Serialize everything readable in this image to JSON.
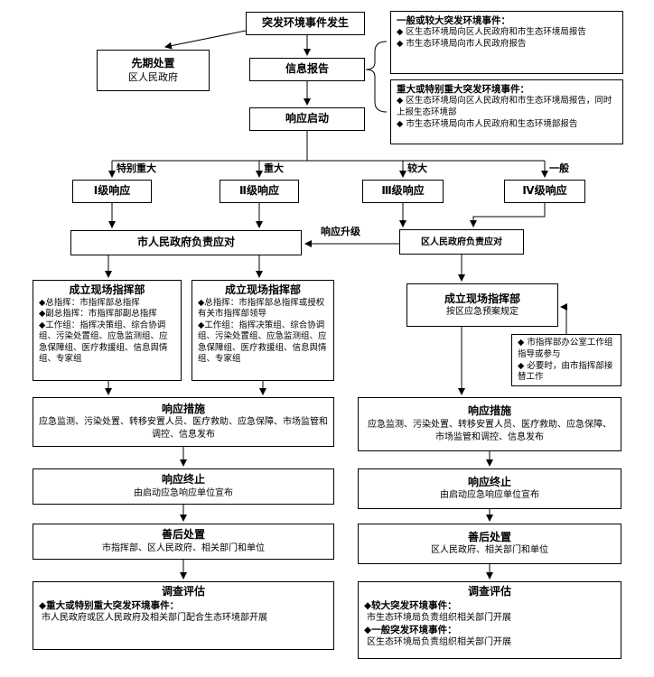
{
  "flow": {
    "start": {
      "title": "突发环境事件发生"
    },
    "initial": {
      "title": "先期处置",
      "subtitle": "区人民政府"
    },
    "report": {
      "title": "信息报告"
    },
    "note_general": {
      "title": "一般或较大突发环境事件：",
      "item1": "◆ 区生态环境局向区人民政府和市生态环境局报告",
      "item2": "◆ 市生态环境局向市人民政府报告"
    },
    "note_major": {
      "title": "重大或特别重大突发环境事件：",
      "item1": "◆ 区生态环境局向区人民政府和市生态环境局报告，同时上报生态环境部",
      "item2": "◆ 市生态环境局向市人民政府和生态环境部报告"
    },
    "launch": {
      "title": "响应启动"
    },
    "branches": {
      "b1": "特别重大",
      "b2": "重大",
      "b3": "较大",
      "b4": "一般"
    },
    "levels": {
      "l1": "Ⅰ级响应",
      "l2": "Ⅱ级响应",
      "l3": "Ⅲ级响应",
      "l4": "Ⅳ级响应"
    },
    "city": {
      "title": "市人民政府负责应对"
    },
    "district": {
      "title": "区人民政府负责应对"
    },
    "upgrade_label": "响应升级",
    "hq1": {
      "title": "成立现场指挥部",
      "line1": "◆总指挥：市指挥部总指挥",
      "line2": "◆副总指挥：市指挥部副总指挥",
      "line3": "◆工作组：指挥决策组、综合协调组、污染处置组、应急监测组、应急保障组、医疗救援组、信息舆情组、专家组"
    },
    "hq2": {
      "title": "成立现场指挥部",
      "line1": "◆总指挥：市指挥部总指挥或授权有关市指挥部领导",
      "line2": "◆工作组：指挥决策组、综合协调组、污染处置组、应急监测组、应急保障组、医疗救援组、信息舆情组、专家组"
    },
    "hq3": {
      "title": "成立现场指挥部",
      "subtitle": "按区应急预案规定"
    },
    "hq3_note": {
      "line1": "◆ 市指挥部办公室工作组指导或参与",
      "line2": "◆ 必要时，由市指挥部接替工作"
    },
    "measures_left": {
      "title": "响应措施",
      "body": "应急监测、污染处置、转移安置人员、医疗救助、应急保障、市场监管和调控、信息发布"
    },
    "measures_right": {
      "title": "响应措施",
      "body": "应急监测、污染处置、转移安置人员、医疗救助、应急保障、市场监管和调控、信息发布"
    },
    "end_left": {
      "title": "响应终止",
      "body": "由启动应急响应单位宣布"
    },
    "end_right": {
      "title": "响应终止",
      "body": "由启动应急响应单位宣布"
    },
    "after_left": {
      "title": "善后处置",
      "body": "市指挥部、区人民政府、相关部门和单位"
    },
    "after_right": {
      "title": "善后处置",
      "body": "区人民政府、相关部门和单位"
    },
    "eval_left": {
      "title": "调查评估",
      "head1": "◆重大或特别重大突发环境事件：",
      "body1": "市人民政府或区人民政府及相关部门配合生态环境部开展"
    },
    "eval_right": {
      "title": "调查评估",
      "head1": "◆较大突发环境事件：",
      "body1": "市生态环境局负责组织相关部门开展",
      "head2": "◆一般突发环境事件：",
      "body2": "区生态环境局负责组织相关部门开展"
    }
  }
}
